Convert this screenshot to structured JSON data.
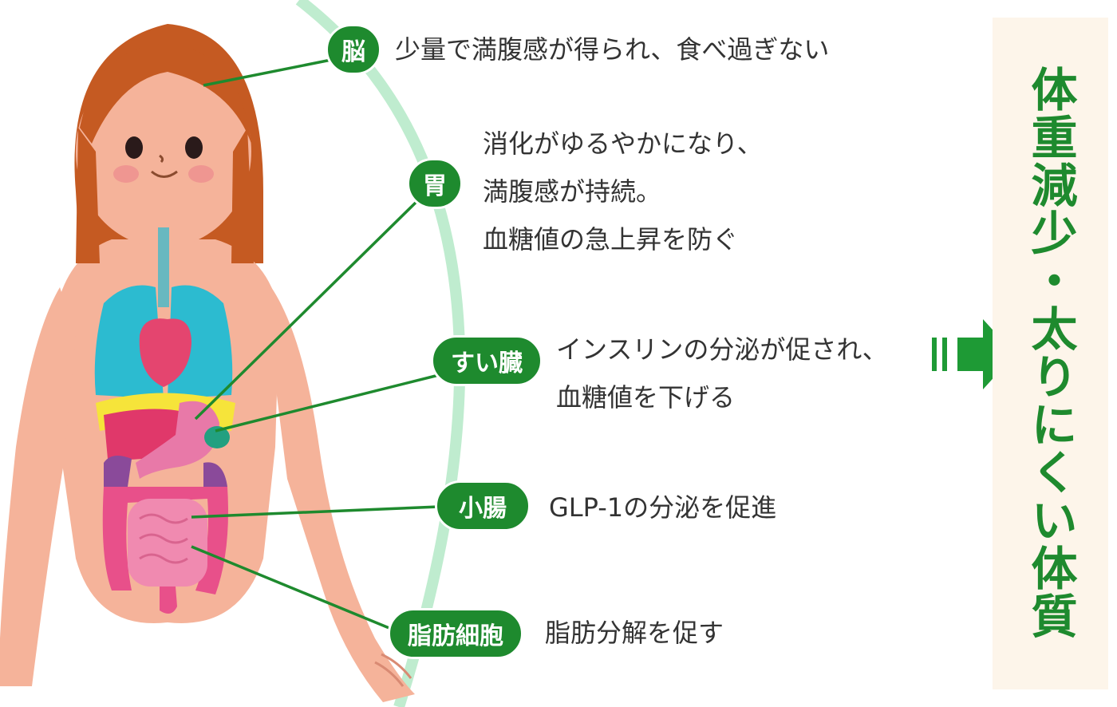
{
  "labels": {
    "brain": "脳",
    "stomach": "胃",
    "pancreas": "すい臓",
    "small_intestine": "小腸",
    "fat_cells": "脂肪細胞"
  },
  "descriptions": {
    "brain": [
      "少量で満腹感が得られ、食べ過ぎない"
    ],
    "stomach": [
      "消化がゆるやかになり、",
      "満腹感が持続。",
      "血糖値の急上昇を防ぐ"
    ],
    "pancreas": [
      "インスリンの分泌が促され、",
      "血糖値を下げる"
    ],
    "small_intestine": [
      "GLP-1の分泌を促進"
    ],
    "fat_cells": [
      "脂肪分解を促す"
    ]
  },
  "result": "体重減少・太りにくい体質",
  "colors": {
    "green": "#1e8a2e",
    "arc": "#bfeccf",
    "skin": "#f5b39a",
    "hair": "#c55a22",
    "lungs": "#2cbbd0",
    "heart": "#e4456f",
    "liver": "#e0386a",
    "stomach": "#e879a8",
    "intestine": "#e8508a",
    "panel": "#fdf5ea"
  }
}
